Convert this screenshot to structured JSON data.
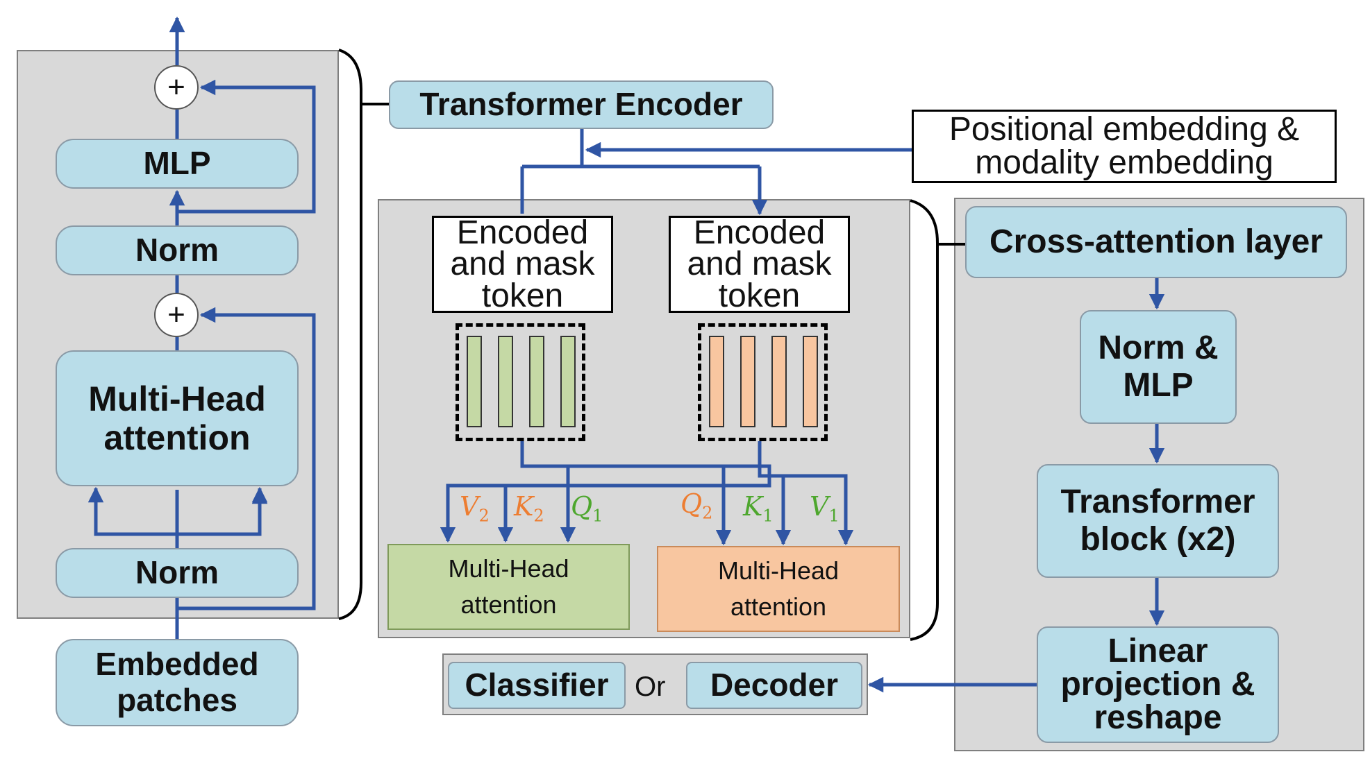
{
  "left": {
    "mlp": "MLP",
    "norm_top": "Norm",
    "mha": "Multi-Head attention",
    "norm_bottom": "Norm",
    "embedded": "Embedded patches",
    "plus": "+"
  },
  "center": {
    "transformer_encoder": "Transformer Encoder",
    "positional": "Positional embedding & modality embedding",
    "encoded_left": "Encoded and mask token",
    "encoded_right": "Encoded and mask token",
    "mha_left": "Multi-Head attention",
    "mha_right": "Multi-Head attention",
    "labels_left": [
      {
        "sym": "V",
        "sub": "2",
        "color": "#ed7d31"
      },
      {
        "sym": "K",
        "sub": "2",
        "color": "#ed7d31"
      },
      {
        "sym": "Q",
        "sub": "1",
        "color": "#4ea72e"
      }
    ],
    "labels_right": [
      {
        "sym": "Q",
        "sub": "2",
        "color": "#ed7d31"
      },
      {
        "sym": "K",
        "sub": "1",
        "color": "#4ea72e"
      },
      {
        "sym": "V",
        "sub": "1",
        "color": "#4ea72e"
      }
    ]
  },
  "bottom": {
    "classifier": "Classifier",
    "or": "Or",
    "decoder": "Decoder"
  },
  "right": {
    "cross_attention": "Cross-attention layer",
    "norm_mlp": "Norm & MLP",
    "transformer_block": "Transformer block (x2)",
    "linear_projection": "Linear projection & reshape"
  },
  "colors": {
    "box_fill": "#b9dde9",
    "panel_fill": "#d9d9d9",
    "arrow": "#2f55a4",
    "green_fill": "#c5d9a5",
    "orange_fill": "#f8c6a0"
  }
}
